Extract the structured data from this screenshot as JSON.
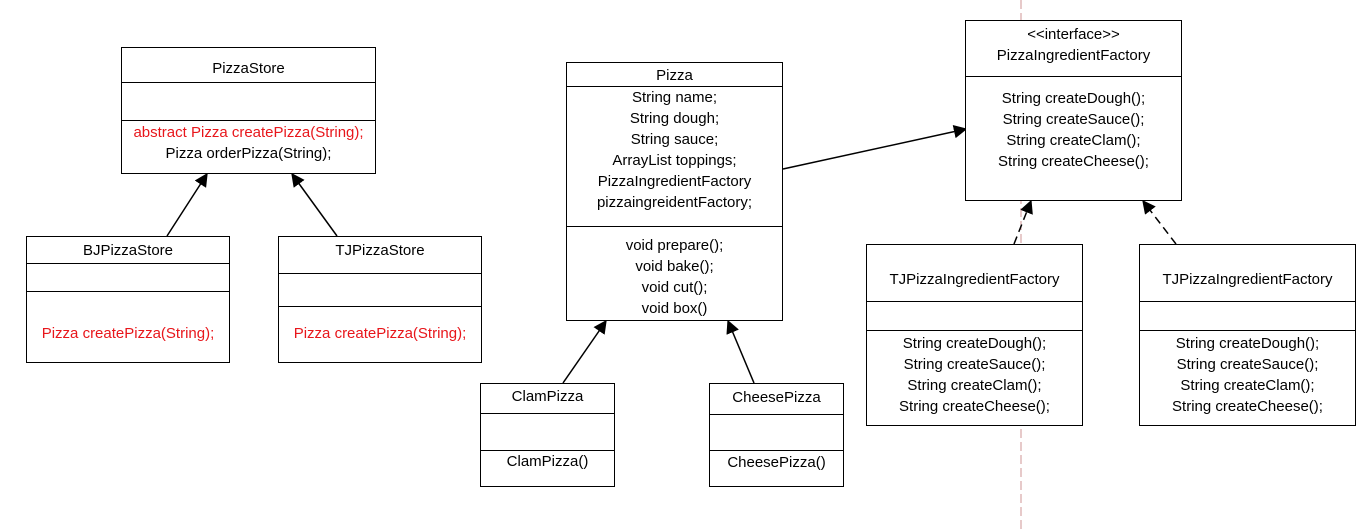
{
  "classes": {
    "pizza_store": {
      "name": "PizzaStore",
      "methods": [
        "abstract Pizza createPizza(String);",
        "Pizza orderPizza(String);"
      ]
    },
    "bj_pizza_store": {
      "name": "BJPizzaStore",
      "methods": [
        "Pizza createPizza(String);"
      ]
    },
    "tj_pizza_store": {
      "name": "TJPizzaStore",
      "methods": [
        "Pizza createPizza(String);"
      ]
    },
    "pizza": {
      "name": "Pizza",
      "fields": [
        "String name;",
        "String dough;",
        "String sauce;",
        "ArrayList toppings;",
        "PizzaIngredientFactory",
        "pizzaingreidentFactory;"
      ],
      "methods": [
        "void prepare();",
        "void bake();",
        "void cut();",
        "void box()"
      ]
    },
    "clam_pizza": {
      "name": "ClamPizza",
      "methods": [
        "ClamPizza()"
      ]
    },
    "cheese_pizza": {
      "name": "CheesePizza",
      "methods": [
        "CheesePizza()"
      ]
    },
    "pizza_ingredient_factory": {
      "stereotype": "<<interface>>",
      "name": "PizzaIngredientFactory",
      "methods": [
        "String createDough();",
        "String createSauce();",
        "String createClam();",
        "String createCheese();"
      ]
    },
    "tj_factory_a": {
      "name": "TJPizzaIngredientFactory",
      "methods": [
        "String createDough();",
        "String createSauce();",
        "String createClam();",
        "String createCheese();"
      ]
    },
    "tj_factory_b": {
      "name": "TJPizzaIngredientFactory",
      "methods": [
        "String createDough();",
        "String createSauce();",
        "String createClam();",
        "String createCheese();"
      ]
    }
  },
  "colors": {
    "line": "#000000",
    "abstract_text": "#e8161b",
    "guide": "#d7a6a6"
  }
}
